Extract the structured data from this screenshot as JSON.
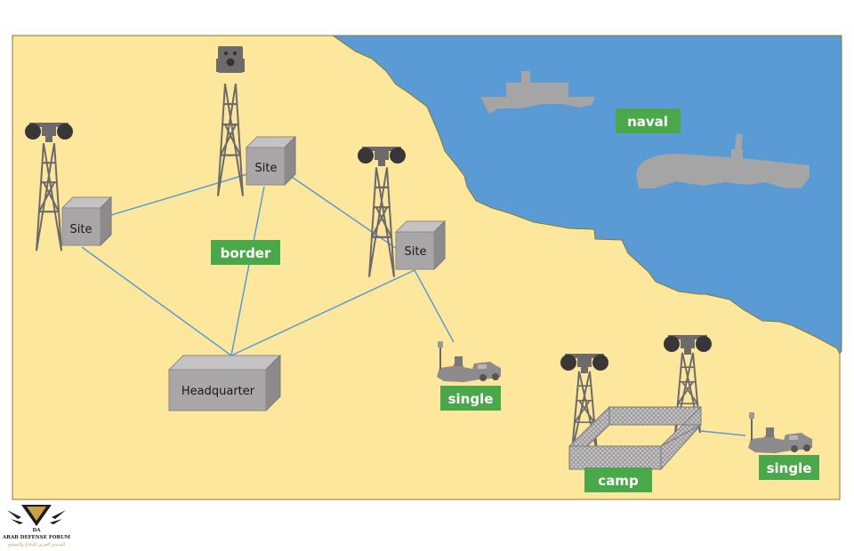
{
  "diagram": {
    "title": "",
    "colors": {
      "land": "#fde79c",
      "sea": "#5b9bd5",
      "coast_stroke": "#8a7a2a",
      "label_bg": "#4aa84a",
      "label_text": "#ffffff",
      "link": "#5b9bd5",
      "box_front": "#a8a6a6",
      "box_top": "#c4c2c2",
      "box_side": "#8c8a8a",
      "tower": "#6d6a6b",
      "vessel": "#a5a5a5"
    },
    "labels": {
      "naval": "naval",
      "border": "border",
      "single_1": "single",
      "single_2": "single",
      "camp": "camp"
    },
    "nodes": {
      "site_left": "Site",
      "site_top": "Site",
      "site_right": "Site",
      "headquarter": "Headquarter"
    },
    "icons": [
      "radar-tower-icon",
      "camera-tower-icon",
      "ship-icon",
      "submarine-icon",
      "mobile-unit-vehicle-icon",
      "fenced-camp-icon"
    ],
    "links": [
      [
        "site_left",
        "site_top"
      ],
      [
        "site_left",
        "headquarter"
      ],
      [
        "site_top",
        "headquarter"
      ],
      [
        "site_top",
        "site_right"
      ],
      [
        "site_right",
        "headquarter"
      ],
      [
        "site_right",
        "single_1"
      ],
      [
        "camp",
        "single_2"
      ]
    ]
  },
  "watermark": {
    "monogram": "DA",
    "name": "ARAB DEFENSE FORUM",
    "arabic": "المنتدى العربي للدفاع والتسليح"
  }
}
